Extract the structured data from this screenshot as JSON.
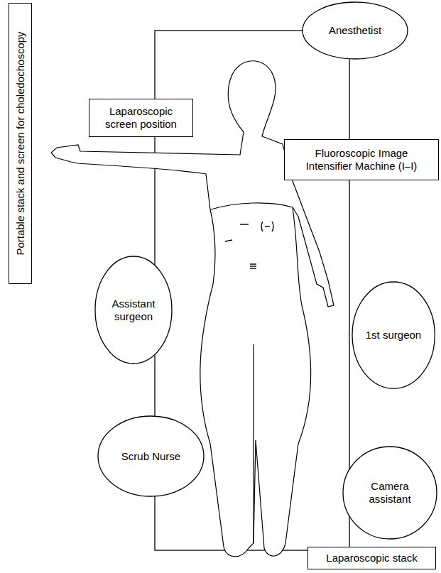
{
  "diagram": {
    "nodes": [
      {
        "text": [
          "Anesthetist"
        ]
      },
      {
        "text": [
          "Portable stack and screen for choledochoscopy"
        ]
      },
      {
        "text": [
          "Laparoscopic screen position"
        ]
      },
      {
        "text": [
          "Fluoroscopic Image Intensifier Machine (I–I)"
        ]
      },
      {
        "text": [
          "Assistant surgeon"
        ]
      },
      {
        "text": [
          "1st surgeon"
        ]
      },
      {
        "text": [
          "Scrub Nurse"
        ]
      },
      {
        "text": [
          "Camera assistant"
        ]
      },
      {
        "text": [
          "Laparoscopic stack"
        ]
      }
    ]
  }
}
